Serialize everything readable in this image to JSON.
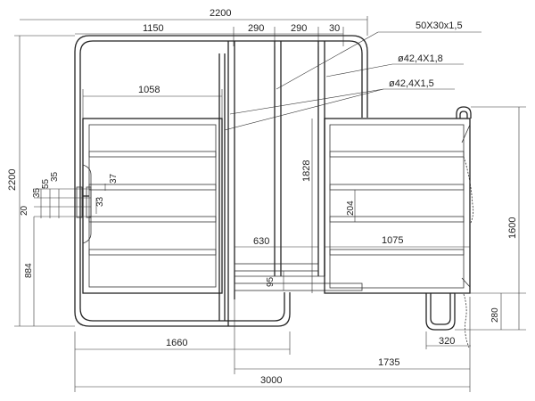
{
  "dimensions": {
    "top_total": "2200",
    "top_1150": "1150",
    "top_290a": "290",
    "top_290b": "290",
    "top_30": "30",
    "inner_1058": "1058",
    "left_2200": "2200",
    "left_35a": "35",
    "left_55": "55",
    "left_35b": "35",
    "left_20": "20",
    "left_884": "884",
    "small_37": "37",
    "small_33": "33",
    "vertical_1828": "1828",
    "vertical_204": "204",
    "mid_630": "630",
    "mid_1075": "1075",
    "mid_95": "95",
    "right_1600": "1600",
    "right_280": "280",
    "bottom_320": "320",
    "bottom_1660": "1660",
    "bottom_1735": "1735",
    "bottom_3000": "3000"
  },
  "callouts": {
    "rect_tube": "50X30x1,5",
    "tube_18": "ø42,4X1,8",
    "tube_15": "ø42,4X1,5"
  }
}
